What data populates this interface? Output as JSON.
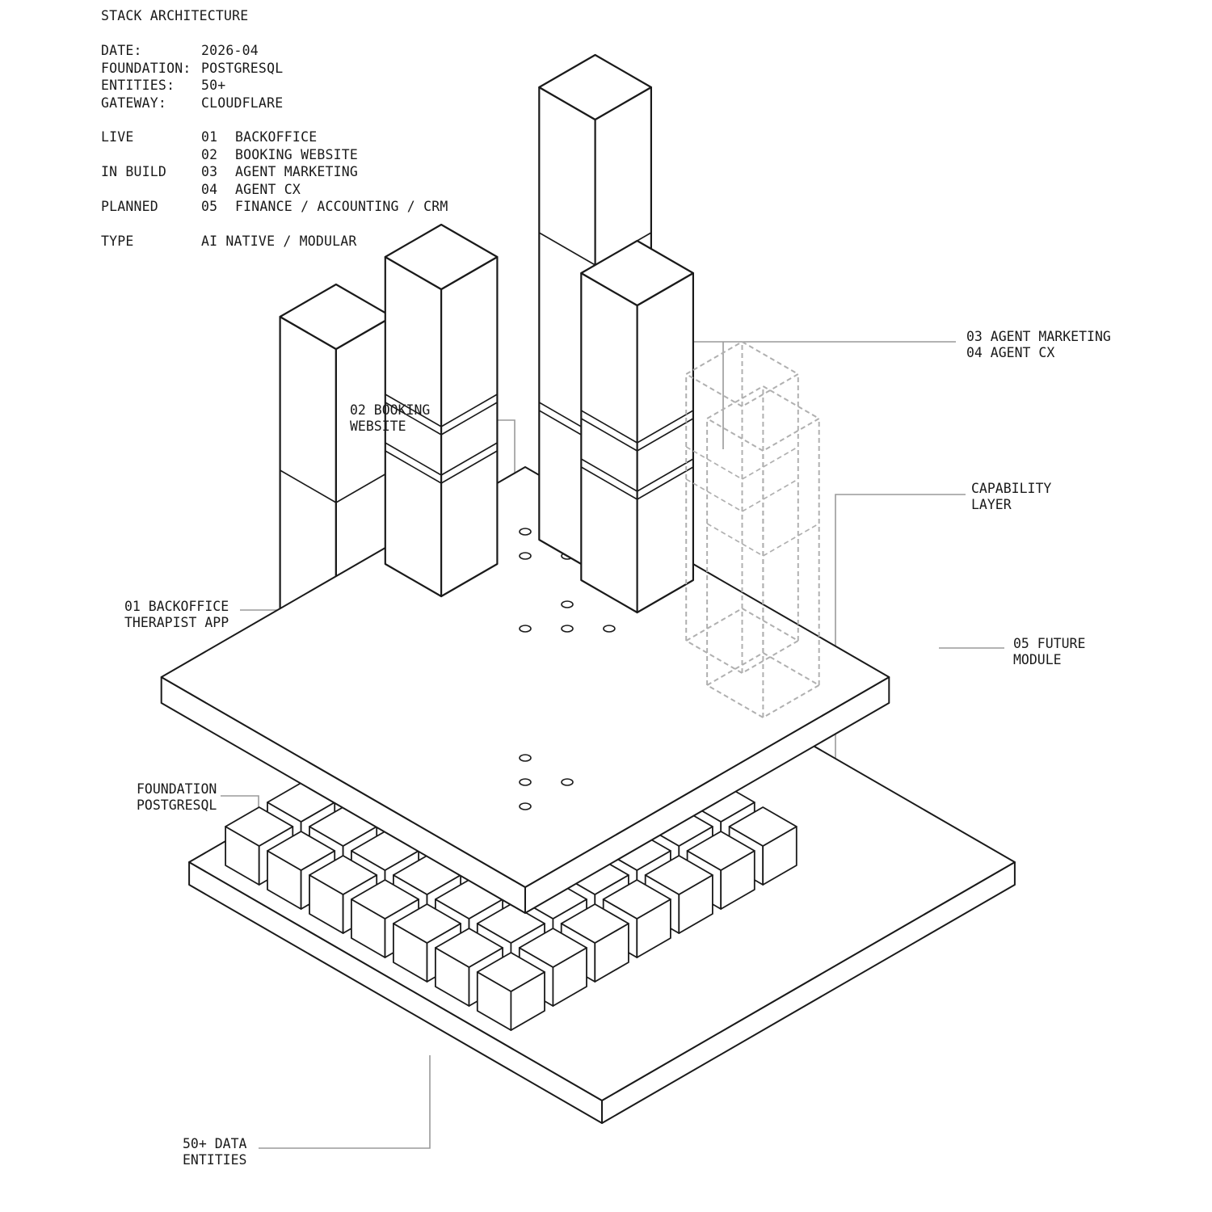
{
  "header": {
    "title": "STACK ARCHITECTURE",
    "meta": [
      {
        "key": "DATE:",
        "value": "2026-04"
      },
      {
        "key": "FOUNDATION:",
        "value": "POSTGRESQL"
      },
      {
        "key": "ENTITIES:",
        "value": "50+"
      },
      {
        "key": "GATEWAY:",
        "value": "CLOUDFLARE"
      }
    ],
    "modules": [
      {
        "status": "LIVE",
        "num": "01",
        "name": "BACKOFFICE"
      },
      {
        "status": "",
        "num": "02",
        "name": "BOOKING WEBSITE"
      },
      {
        "status": "IN BUILD",
        "num": "03",
        "name": "AGENT MARKETING"
      },
      {
        "status": "",
        "num": "04",
        "name": "AGENT CX"
      },
      {
        "status": "PLANNED",
        "num": "05",
        "name": "FINANCE / ACCOUNTING / CRM"
      }
    ],
    "type": {
      "key": "TYPE",
      "value": "AI NATIVE / MODULAR"
    }
  },
  "callouts": {
    "agents": [
      "03 AGENT MARKETING",
      "04 AGENT CX"
    ],
    "booking": [
      "02 BOOKING",
      "WEBSITE"
    ],
    "capability": [
      "CAPABILITY",
      "LAYER"
    ],
    "backoffice": [
      "01 BACKOFFICE",
      "THERAPIST APP"
    ],
    "future": [
      "05 FUTURE",
      "MODULE"
    ],
    "foundation": [
      "FOUNDATION",
      "POSTGRESQL"
    ],
    "entities": [
      "50+ DATA",
      "ENTITIES"
    ]
  },
  "colors": {
    "ink": "#1a1a1a",
    "leader": "#9a9a9a",
    "ghost": "#b0b0b0",
    "face": "#ffffff"
  }
}
